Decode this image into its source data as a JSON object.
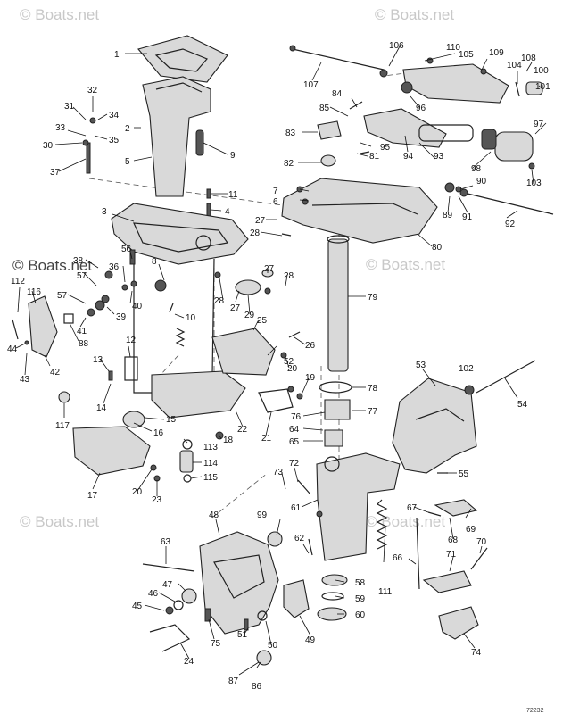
{
  "watermark": {
    "text": "© Boats.net"
  },
  "drawing_code": "72232",
  "callouts": [
    {
      "id": "c1",
      "text": "1"
    },
    {
      "id": "c2",
      "text": "2"
    },
    {
      "id": "c3",
      "text": "3"
    },
    {
      "id": "c4",
      "text": "4"
    },
    {
      "id": "c5",
      "text": "5"
    },
    {
      "id": "c6",
      "text": "6"
    },
    {
      "id": "c7",
      "text": "7"
    },
    {
      "id": "c8",
      "text": "8"
    },
    {
      "id": "c9",
      "text": "9"
    },
    {
      "id": "c10",
      "text": "10"
    },
    {
      "id": "c11",
      "text": "11"
    },
    {
      "id": "c12",
      "text": "12"
    },
    {
      "id": "c13",
      "text": "13"
    },
    {
      "id": "c14",
      "text": "14"
    },
    {
      "id": "c15",
      "text": "15"
    },
    {
      "id": "c16",
      "text": "16"
    },
    {
      "id": "c17",
      "text": "17"
    },
    {
      "id": "c18",
      "text": "18"
    },
    {
      "id": "c19",
      "text": "19"
    },
    {
      "id": "c20a",
      "text": "20"
    },
    {
      "id": "c20b",
      "text": "20"
    },
    {
      "id": "c21",
      "text": "21"
    },
    {
      "id": "c22",
      "text": "22"
    },
    {
      "id": "c23",
      "text": "23"
    },
    {
      "id": "c24",
      "text": "24"
    },
    {
      "id": "c25",
      "text": "25"
    },
    {
      "id": "c26",
      "text": "26"
    },
    {
      "id": "c27a",
      "text": "27"
    },
    {
      "id": "c27b",
      "text": "27"
    },
    {
      "id": "c27c",
      "text": "27"
    },
    {
      "id": "c28a",
      "text": "28"
    },
    {
      "id": "c28b",
      "text": "28"
    },
    {
      "id": "c28c",
      "text": "28"
    },
    {
      "id": "c29",
      "text": "29"
    },
    {
      "id": "c30",
      "text": "30"
    },
    {
      "id": "c31",
      "text": "31"
    },
    {
      "id": "c32",
      "text": "32"
    },
    {
      "id": "c33",
      "text": "33"
    },
    {
      "id": "c34",
      "text": "34"
    },
    {
      "id": "c35",
      "text": "35"
    },
    {
      "id": "c36",
      "text": "36"
    },
    {
      "id": "c37",
      "text": "37"
    },
    {
      "id": "c38",
      "text": "38"
    },
    {
      "id": "c39",
      "text": "39"
    },
    {
      "id": "c40",
      "text": "40"
    },
    {
      "id": "c41",
      "text": "41"
    },
    {
      "id": "c42",
      "text": "42"
    },
    {
      "id": "c43",
      "text": "43"
    },
    {
      "id": "c44",
      "text": "44"
    },
    {
      "id": "c45",
      "text": "45"
    },
    {
      "id": "c46",
      "text": "46"
    },
    {
      "id": "c47",
      "text": "47"
    },
    {
      "id": "c48",
      "text": "48"
    },
    {
      "id": "c49",
      "text": "49"
    },
    {
      "id": "c50",
      "text": "50"
    },
    {
      "id": "c51",
      "text": "51"
    },
    {
      "id": "c52",
      "text": "52"
    },
    {
      "id": "c53",
      "text": "53"
    },
    {
      "id": "c54",
      "text": "54"
    },
    {
      "id": "c55",
      "text": "55"
    },
    {
      "id": "c56",
      "text": "56"
    },
    {
      "id": "c57a",
      "text": "57"
    },
    {
      "id": "c57b",
      "text": "57"
    },
    {
      "id": "c58",
      "text": "58"
    },
    {
      "id": "c59",
      "text": "59"
    },
    {
      "id": "c60",
      "text": "60"
    },
    {
      "id": "c61",
      "text": "61"
    },
    {
      "id": "c62",
      "text": "62"
    },
    {
      "id": "c63",
      "text": "63"
    },
    {
      "id": "c64",
      "text": "64"
    },
    {
      "id": "c65",
      "text": "65"
    },
    {
      "id": "c66",
      "text": "66"
    },
    {
      "id": "c67",
      "text": "67"
    },
    {
      "id": "c68",
      "text": "68"
    },
    {
      "id": "c69",
      "text": "69"
    },
    {
      "id": "c70",
      "text": "70"
    },
    {
      "id": "c71",
      "text": "71"
    },
    {
      "id": "c72",
      "text": "72"
    },
    {
      "id": "c73",
      "text": "73"
    },
    {
      "id": "c74",
      "text": "74"
    },
    {
      "id": "c75",
      "text": "75"
    },
    {
      "id": "c76",
      "text": "76"
    },
    {
      "id": "c77",
      "text": "77"
    },
    {
      "id": "c78",
      "text": "78"
    },
    {
      "id": "c79",
      "text": "79"
    },
    {
      "id": "c80",
      "text": "80"
    },
    {
      "id": "c81",
      "text": "81"
    },
    {
      "id": "c82",
      "text": "82"
    },
    {
      "id": "c83",
      "text": "83"
    },
    {
      "id": "c84",
      "text": "84"
    },
    {
      "id": "c85",
      "text": "85"
    },
    {
      "id": "c86",
      "text": "86"
    },
    {
      "id": "c87",
      "text": "87"
    },
    {
      "id": "c88",
      "text": "88"
    },
    {
      "id": "c89",
      "text": "89"
    },
    {
      "id": "c90",
      "text": "90"
    },
    {
      "id": "c91",
      "text": "91"
    },
    {
      "id": "c92",
      "text": "92"
    },
    {
      "id": "c93",
      "text": "93"
    },
    {
      "id": "c94",
      "text": "94"
    },
    {
      "id": "c95",
      "text": "95"
    },
    {
      "id": "c96",
      "text": "96"
    },
    {
      "id": "c97",
      "text": "97"
    },
    {
      "id": "c98",
      "text": "98"
    },
    {
      "id": "c99",
      "text": "99"
    },
    {
      "id": "c100",
      "text": "100"
    },
    {
      "id": "c101",
      "text": "101"
    },
    {
      "id": "c102",
      "text": "102"
    },
    {
      "id": "c103",
      "text": "103"
    },
    {
      "id": "c104",
      "text": "104"
    },
    {
      "id": "c105",
      "text": "105"
    },
    {
      "id": "c106",
      "text": "106"
    },
    {
      "id": "c107",
      "text": "107"
    },
    {
      "id": "c108",
      "text": "108"
    },
    {
      "id": "c109",
      "text": "109"
    },
    {
      "id": "c110",
      "text": "110"
    },
    {
      "id": "c111",
      "text": "111"
    },
    {
      "id": "c112",
      "text": "112"
    },
    {
      "id": "c113",
      "text": "113"
    },
    {
      "id": "c114",
      "text": "114"
    },
    {
      "id": "c115",
      "text": "115"
    },
    {
      "id": "c116",
      "text": "116"
    },
    {
      "id": "c117",
      "text": "117"
    }
  ]
}
